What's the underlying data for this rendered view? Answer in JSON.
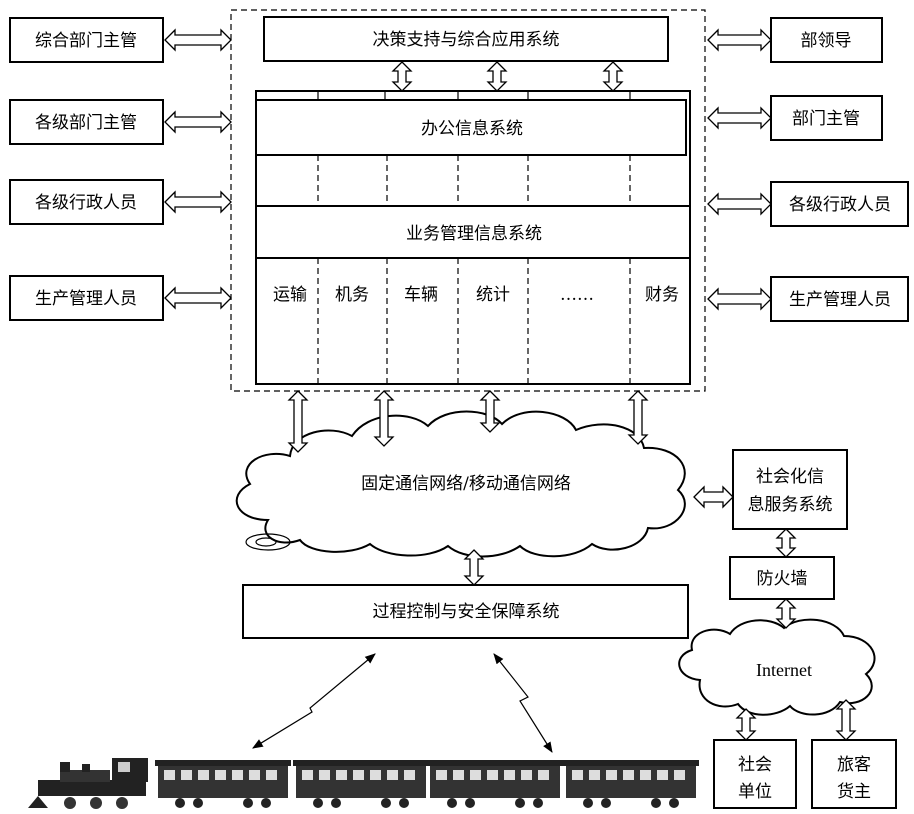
{
  "left_roles": [
    "综合部门主管",
    "各级部门主管",
    "各级行政人员",
    "生产管理人员"
  ],
  "right_roles": [
    "部领导",
    "部门主管",
    "各级行政人员",
    "生产管理人员"
  ],
  "decision_system": "决策支持与综合应用系统",
  "office_system": "办公信息系统",
  "business_system": "业务管理信息系统",
  "business_modules": [
    "运输",
    "机务",
    "车辆",
    "统计",
    "……",
    "财务"
  ],
  "network": "固定通信网络/移动通信网络",
  "process_system": "过程控制与安全保障系统",
  "social_service_line1": "社会化信",
  "social_service_line2": "息服务系统",
  "firewall": "防火墙",
  "internet": "Internet",
  "social_units_line1": "社会",
  "social_units_line2": "单位",
  "passengers_line1": "旅客",
  "passengers_line2": "货主"
}
